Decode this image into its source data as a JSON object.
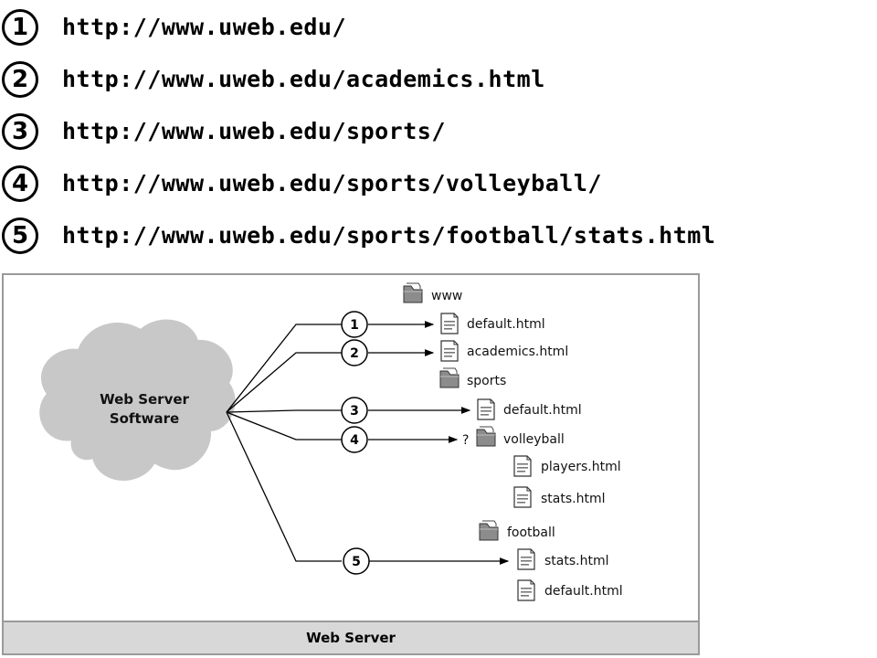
{
  "urls": [
    {
      "num": "1",
      "url": "http://www.uweb.edu/"
    },
    {
      "num": "2",
      "url": "http://www.uweb.edu/academics.html"
    },
    {
      "num": "3",
      "url": "http://www.uweb.edu/sports/"
    },
    {
      "num": "4",
      "url": "http://www.uweb.edu/sports/volleyball/"
    },
    {
      "num": "5",
      "url": "http://www.uweb.edu/sports/football/stats.html"
    }
  ],
  "diagram": {
    "cloud_label": [
      "Web Server",
      "Software"
    ],
    "tree": [
      {
        "label": "www",
        "icon": "folder-icon"
      },
      {
        "label": "default.html",
        "icon": "file-icon"
      },
      {
        "label": "academics.html",
        "icon": "file-icon"
      },
      {
        "label": "sports",
        "icon": "folder-icon"
      },
      {
        "label": "default.html",
        "icon": "file-icon"
      },
      {
        "label": "volleyball",
        "icon": "folder-icon"
      },
      {
        "label": "players.html",
        "icon": "file-icon"
      },
      {
        "label": "stats.html",
        "icon": "file-icon"
      },
      {
        "label": "football",
        "icon": "folder-icon"
      },
      {
        "label": "stats.html",
        "icon": "file-icon"
      },
      {
        "label": "default.html",
        "icon": "file-icon"
      }
    ],
    "routes": [
      {
        "num": "1",
        "target": "default.html"
      },
      {
        "num": "2",
        "target": "academics.html"
      },
      {
        "num": "3",
        "target": "default.html"
      },
      {
        "num": "4",
        "target": "volleyball",
        "marker": "?"
      },
      {
        "num": "5",
        "target": "stats.html"
      }
    ],
    "footer_label": "Web Server",
    "colors": {
      "cloud": "#c8c8c8",
      "footer": "#d8d8d8",
      "border": "#9a9a9a"
    }
  }
}
